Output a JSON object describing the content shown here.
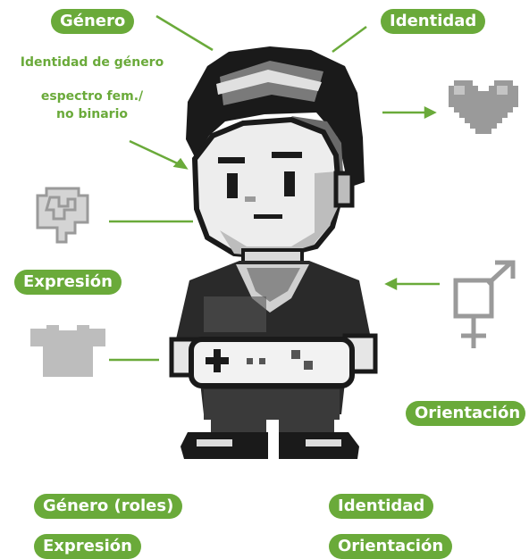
{
  "labels": {
    "genero": "Género",
    "identidad_top": "Identidad",
    "identidad_genero": "Identidad de género",
    "espectro_line1": "espectro fem./",
    "espectro_line2": "no binario",
    "expresion_mid": "Expresión",
    "orientacion_mid": "Orientación"
  },
  "legend": {
    "genero_roles": "Género (roles)",
    "identidad": "Identidad",
    "expresion": "Expresión",
    "orientacion": "Orientación"
  },
  "icons": [
    "heart-icon",
    "brain-icon",
    "tshirt-icon",
    "gender-symbol-icon",
    "gamer-character"
  ],
  "colors": {
    "accent": "#6aaa3a",
    "pixel_dark": "#1a1a1a",
    "pixel_mid": "#808080",
    "pixel_light": "#c8c8c8"
  }
}
